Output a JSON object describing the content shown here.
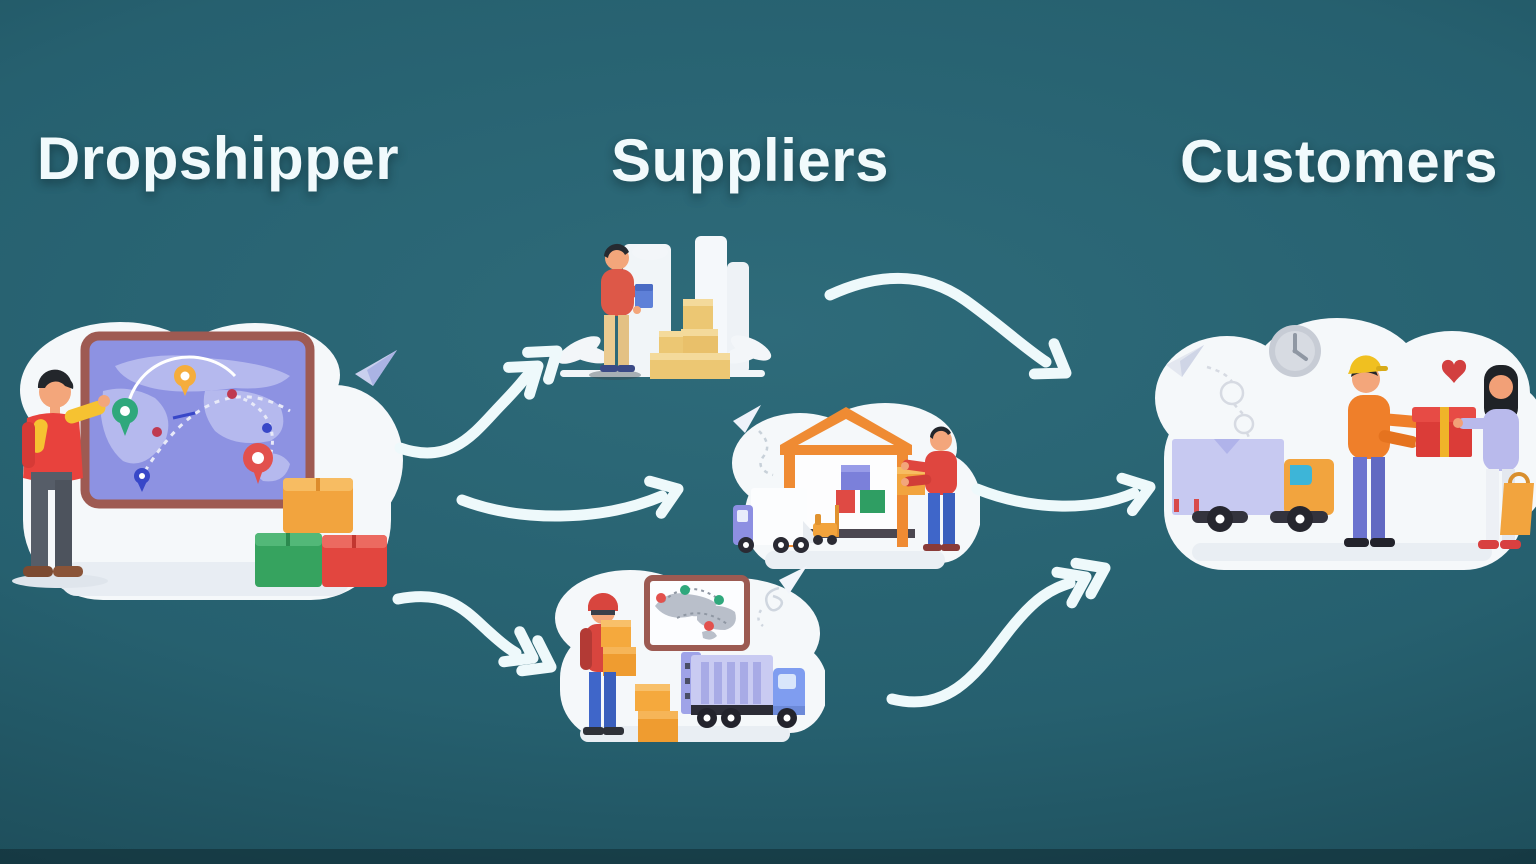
{
  "palette": {
    "background_top": "#2e6b7a",
    "background_mid": "#26606f",
    "background_bottom": "#173f4a",
    "title_text": "#f1fafc",
    "arrow_stroke": "#eef9fb",
    "cloud_white": "#f5f8fa",
    "map_purple": "#8d92e2",
    "map_frame_brown": "#9e5a52",
    "box_orange": "#f2a43e",
    "box_green": "#36a35f",
    "box_red": "#e2463f",
    "box_tan": "#ecc773",
    "shirt_red": "#df463f",
    "shirt_orange": "#ef7f2a",
    "jeans_blue": "#3f66c9",
    "truck_lavender": "#c9cbf2",
    "cab_orange": "#f2a43e",
    "gift_red": "#db3c38",
    "ribbon_yellow": "#f0b429",
    "heart_red": "#d23f3f"
  },
  "headings": [
    {
      "id": "dropshipper",
      "label": "Dropshipper"
    },
    {
      "id": "suppliers",
      "label": "Suppliers"
    },
    {
      "id": "customers",
      "label": "Customers"
    }
  ],
  "flow": {
    "connections": [
      {
        "from": "dropshipper",
        "to": "supplier-top"
      },
      {
        "from": "dropshipper",
        "to": "supplier-middle"
      },
      {
        "from": "dropshipper",
        "to": "supplier-bottom"
      },
      {
        "from": "supplier-top",
        "to": "customers"
      },
      {
        "from": "supplier-middle",
        "to": "customers"
      },
      {
        "from": "supplier-bottom",
        "to": "customers"
      }
    ]
  },
  "icons": {
    "dropshipper_scene": [
      "world-map-board-icon",
      "location-pin-icon",
      "pointing-person-icon",
      "parcel-box-icon",
      "paper-plane-icon"
    ],
    "supplier_top_scene": [
      "supplier-person-icon",
      "stacked-parcels-icon",
      "warehouse-shelf-icon",
      "plant-icon"
    ],
    "supplier_middle_scene": [
      "warehouse-icon",
      "delivery-truck-icon",
      "forklift-icon",
      "loader-person-icon",
      "parcel-box-icon",
      "paper-plane-icon"
    ],
    "supplier_bottom_scene": [
      "courier-person-icon",
      "world-map-board-icon",
      "cargo-truck-icon",
      "parcel-box-icon",
      "paper-plane-icon"
    ],
    "customers_scene": [
      "delivery-truck-icon",
      "clock-icon",
      "paper-plane-icon",
      "delivery-person-icon",
      "gift-box-icon",
      "customer-person-icon",
      "shopping-bag-icon",
      "heart-icon"
    ]
  }
}
